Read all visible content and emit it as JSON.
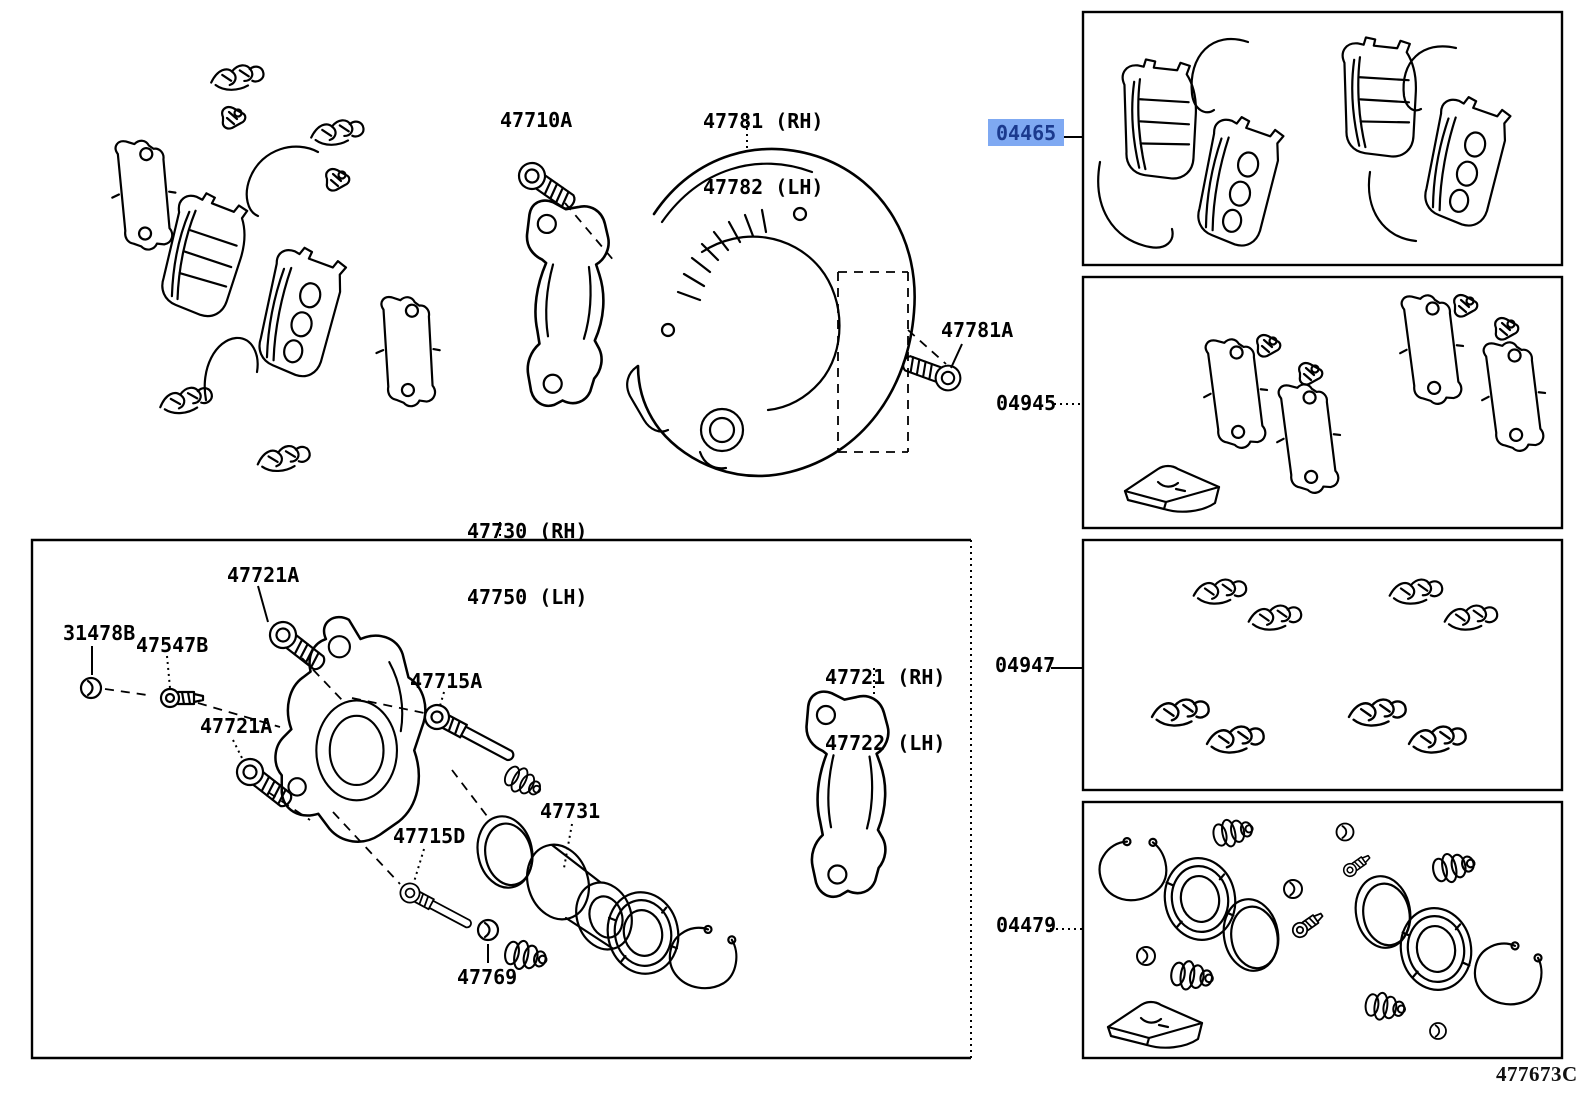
{
  "drawing_code": "477673C",
  "highlight": {
    "background": "#7fa9f2",
    "text_color": "#1b3a8e"
  },
  "kits": {
    "pad_kit_code": "04465",
    "shim_kit_code": "04945",
    "fitting_kit_code": "04947",
    "cylinder_kit_code": "04479"
  },
  "part_labels": {
    "dust_cover": {
      "line1": "47781 (RH)",
      "line2": "47782 (LH)"
    },
    "bolt_47710a": "47710A",
    "bolt_47781a": "47781A",
    "caliper_assy": {
      "line1": "47730 (RH)",
      "line2": "47750 (LH)"
    },
    "bolt_47721a_upper": "47721A",
    "plug_31478b": "31478B",
    "bleeder_47547b": "47547B",
    "bolt_47721a_lower": "47721A",
    "pin_47715a": "47715A",
    "mount_bracket": {
      "line1": "47721 (RH)",
      "line2": "47722 (LH)"
    },
    "piston_47731": "47731",
    "pin_47715d": "47715D",
    "cap_47769": "47769"
  }
}
